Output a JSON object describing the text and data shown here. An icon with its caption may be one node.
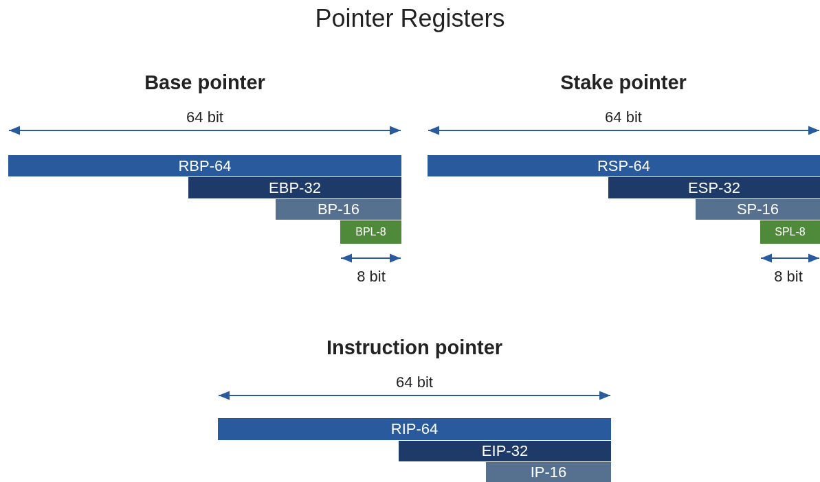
{
  "diagram": {
    "title": "Pointer Registers",
    "nodes": [
      {
        "text": [
          "RBP-64"
        ]
      },
      {
        "text": [
          "EBP-32"
        ]
      },
      {
        "text": [
          "BP-16"
        ]
      },
      {
        "text": [
          "BPL-8"
        ]
      },
      {
        "text": [
          "RSP-64"
        ]
      },
      {
        "text": [
          "ESP-32"
        ]
      },
      {
        "text": [
          "SP-16"
        ]
      },
      {
        "text": [
          "SPL-8"
        ]
      },
      {
        "text": [
          "RIP-64"
        ]
      },
      {
        "text": [
          "EIP-32"
        ]
      },
      {
        "text": [
          "IP-16"
        ]
      }
    ],
    "edges": [],
    "labels": [
      "Base pointer",
      "Stake pointer",
      "64 bit",
      "64 bit",
      "8 bit",
      "8 bit",
      "Instruction pointer",
      "64 bit"
    ]
  }
}
